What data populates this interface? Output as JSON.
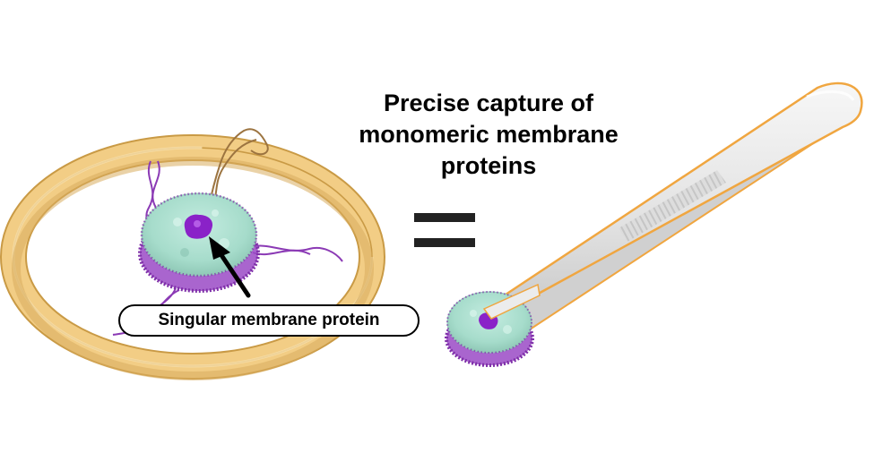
{
  "title": {
    "line1": "Precise capture of",
    "line2": "monomeric membrane",
    "line3": "proteins"
  },
  "label": {
    "text": "Singular membrane protein"
  },
  "colors": {
    "ring": "#f2cd85",
    "ring_edge": "#c99a45",
    "nanodisc": "#a6dccb",
    "protein": "#8a22c8",
    "scaffold": "#7e2ea8",
    "dna": "#8b3ab5",
    "tether": "#9c7440",
    "tweezer": "#e4e4e4",
    "tweezer_edge": "#f0a640",
    "equals": "#222222"
  }
}
